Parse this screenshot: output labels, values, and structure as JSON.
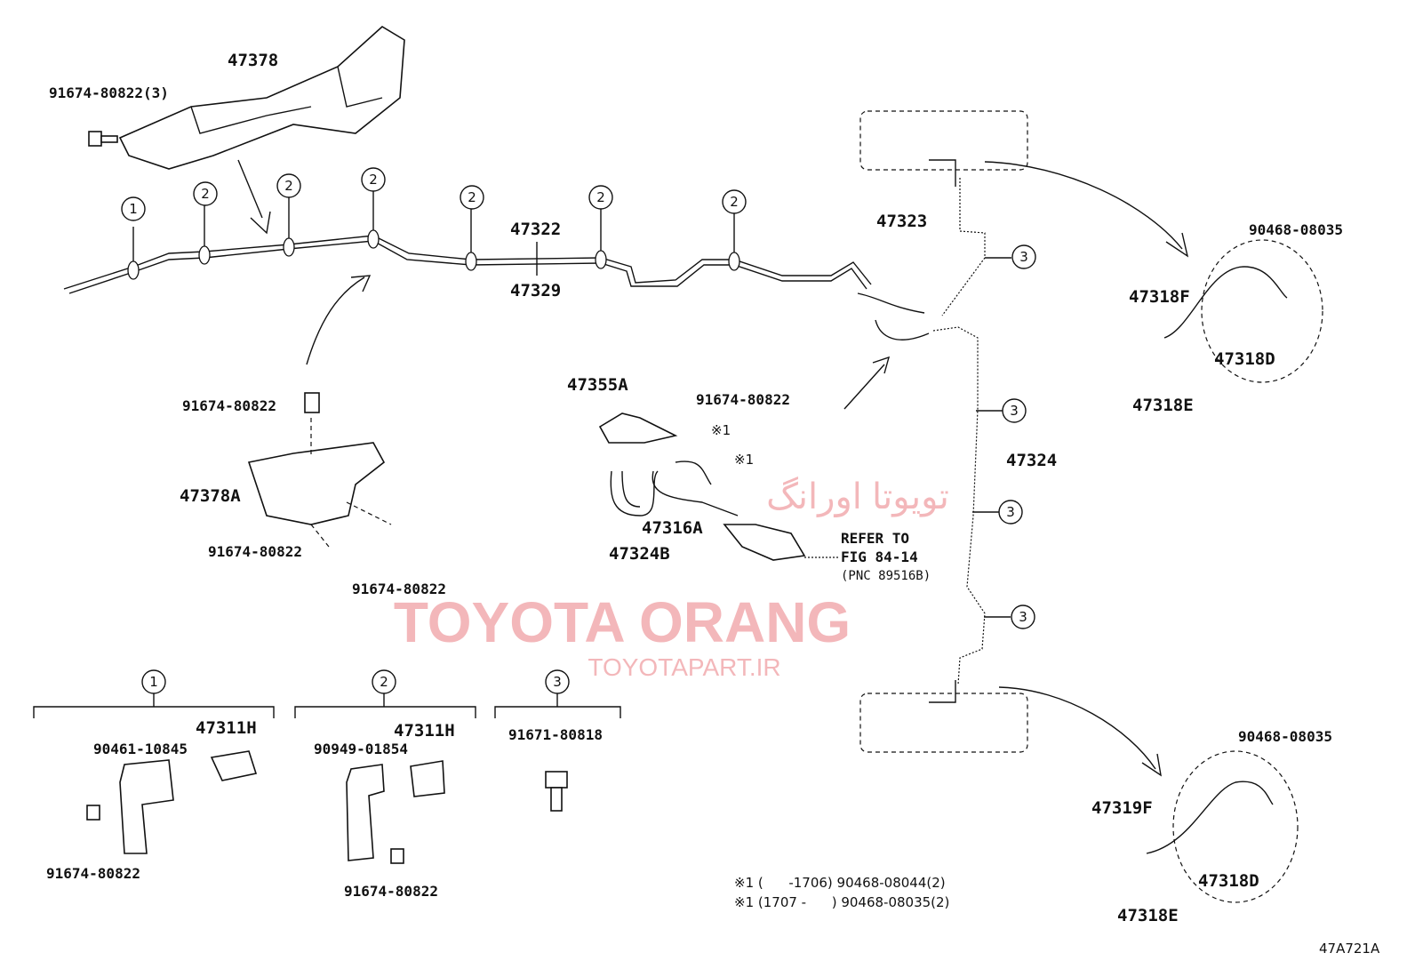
{
  "labels": [
    "47378",
    "91674-80822(3)",
    "47322",
    "47329",
    "47323",
    "91674-80822",
    "47378A",
    "91674-80822",
    "91674-80822",
    "47355A",
    "91674-80822",
    "※1",
    "※1",
    "47316A",
    "47324B",
    "REFER TO",
    "FIG 84-14",
    "(PNC 89516B)",
    "47324",
    "90468-08035",
    "47318F",
    "47318D",
    "47318E",
    "47311H",
    "90461-10845",
    "91674-80822",
    "47311H",
    "90949-01854",
    "91674-80822",
    "91671-80818",
    "90468-08035",
    "47319F",
    "47318D",
    "47318E"
  ],
  "callouts": {
    "one": "1",
    "two": "2",
    "three": "3"
  },
  "notes": [
    "※1 (      -1706) 90468-08044(2)",
    "※1 (1707 -      ) 90468-08035(2)"
  ],
  "figure_id": "47A721A",
  "watermark": {
    "brand": "TOYOTA ORANG",
    "persian": "تویوتا اورانگ",
    "site": "TOYOTAPART.IR"
  }
}
